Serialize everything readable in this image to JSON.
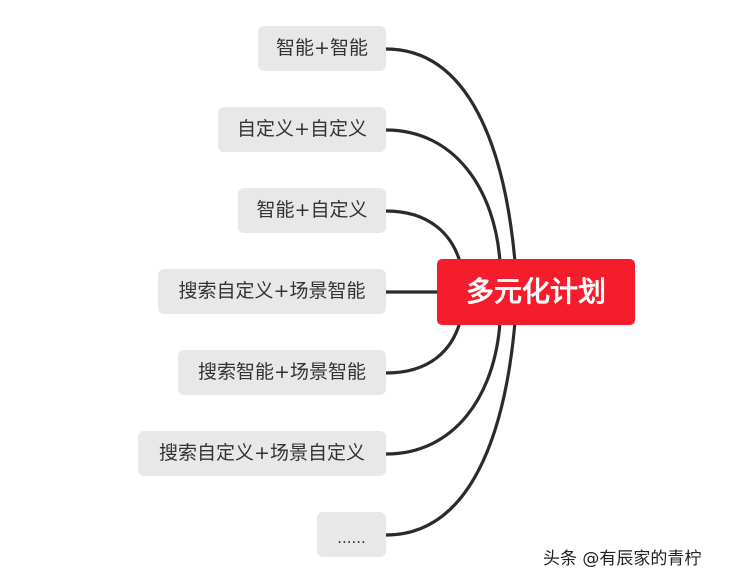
{
  "root": {
    "label": "多元化计划",
    "color": "#f51c2c",
    "text_color": "#ffffff"
  },
  "branches": [
    {
      "label": "智能+智能"
    },
    {
      "label": "自定义+自定义"
    },
    {
      "label": "智能+自定义"
    },
    {
      "label": "搜索自定义+场景智能"
    },
    {
      "label": "搜索智能+场景智能"
    },
    {
      "label": "搜索自定义+场景自定义"
    },
    {
      "label": "......"
    }
  ],
  "branch_style": {
    "fill": "#e8e8e8",
    "text_color": "#333333",
    "connector_color": "#2b2b2b"
  },
  "watermark": {
    "text": "头条 @有辰家的青柠"
  }
}
